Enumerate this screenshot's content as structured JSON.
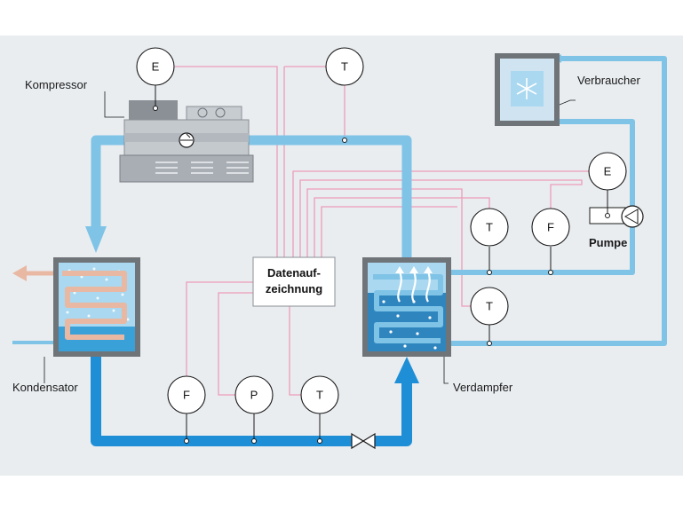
{
  "labels": {
    "compressor": "Kompressor",
    "consumer": "Verbraucher",
    "condenser": "Kondensator",
    "evaporator": "Verdampfer",
    "pump": "Pumpe",
    "data_logger_line1": "Datenauf-",
    "data_logger_line2": "zeichnung"
  },
  "gauges": {
    "compressor_energy": "E",
    "top_temp": "T",
    "pump_energy": "E",
    "right_temp_1": "T",
    "right_flow": "F",
    "right_temp_2": "T",
    "bottom_flow": "F",
    "bottom_pressure": "P",
    "bottom_temp": "T"
  },
  "colors": {
    "background": "#e9edf0",
    "pipe_light": "#7fc3e6",
    "pipe_dark": "#1e8fd6",
    "signal_line": "#ee9bb8",
    "unit_fill": "#a9d8f0",
    "coil": "#e9b8a3"
  },
  "icons": {
    "consumer_symbol": "snowflake-icon",
    "valve": "expansion-valve-icon"
  }
}
